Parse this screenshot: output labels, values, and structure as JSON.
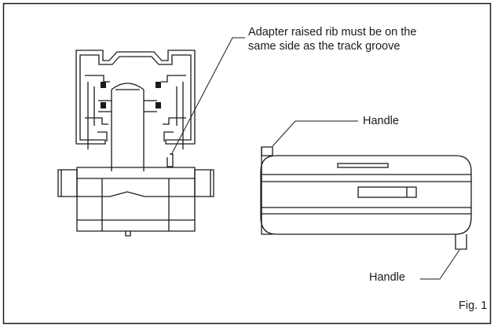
{
  "callouts": {
    "rib_note_line1": "Adapter raised rib must be on the",
    "rib_note_line2": "same side as the track groove",
    "handle_top": "Handle",
    "handle_bottom": "Handle"
  },
  "figure_label": "Fig. 1",
  "colors": {
    "line": "#1a1a1a",
    "contact_fill": "#1a1a1a",
    "background": "#ffffff"
  }
}
